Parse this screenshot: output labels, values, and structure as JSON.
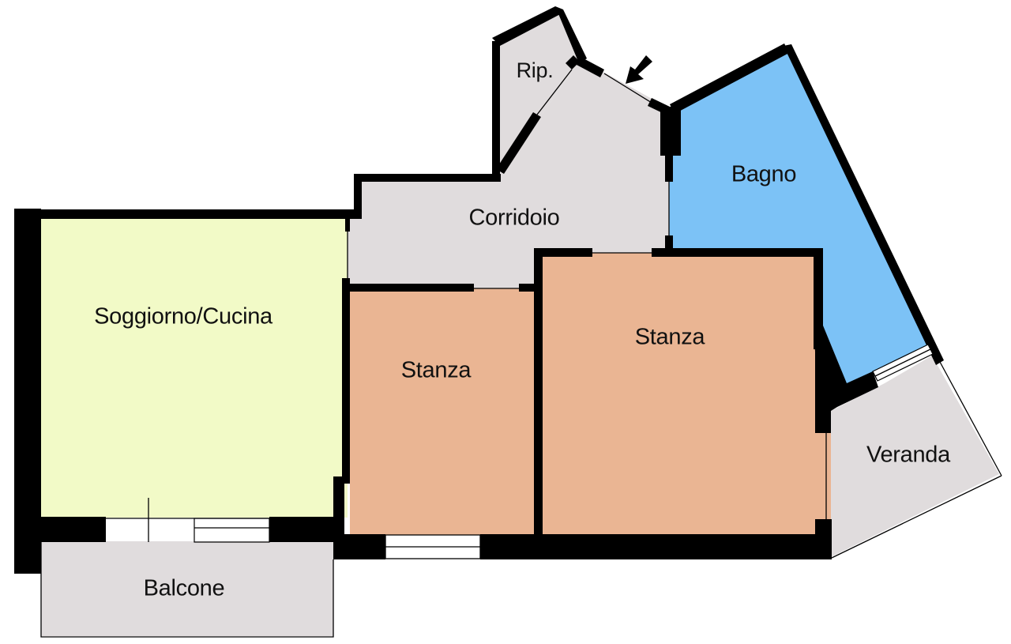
{
  "plan": {
    "rooms": [
      {
        "id": "soggiorno",
        "label": "Soggiorno/Cucina",
        "fill": "#F2FAC7"
      },
      {
        "id": "stanza-1",
        "label": "Stanza",
        "fill": "#EAB593"
      },
      {
        "id": "stanza-2",
        "label": "Stanza",
        "fill": "#EAB593"
      },
      {
        "id": "bagno",
        "label": "Bagno",
        "fill": "#7CC2F6"
      },
      {
        "id": "corridoio",
        "label": "Corridoio",
        "fill": "#E0DCDD"
      },
      {
        "id": "ripostiglio",
        "label": "Rip.",
        "fill": "#E0DCDD"
      },
      {
        "id": "veranda",
        "label": "Veranda",
        "fill": "#E0DCDD"
      },
      {
        "id": "balcone",
        "label": "Balcone",
        "fill": "#E0DCDD"
      }
    ],
    "wall_color": "#000000",
    "entrance_marker": "arrow-icon"
  }
}
